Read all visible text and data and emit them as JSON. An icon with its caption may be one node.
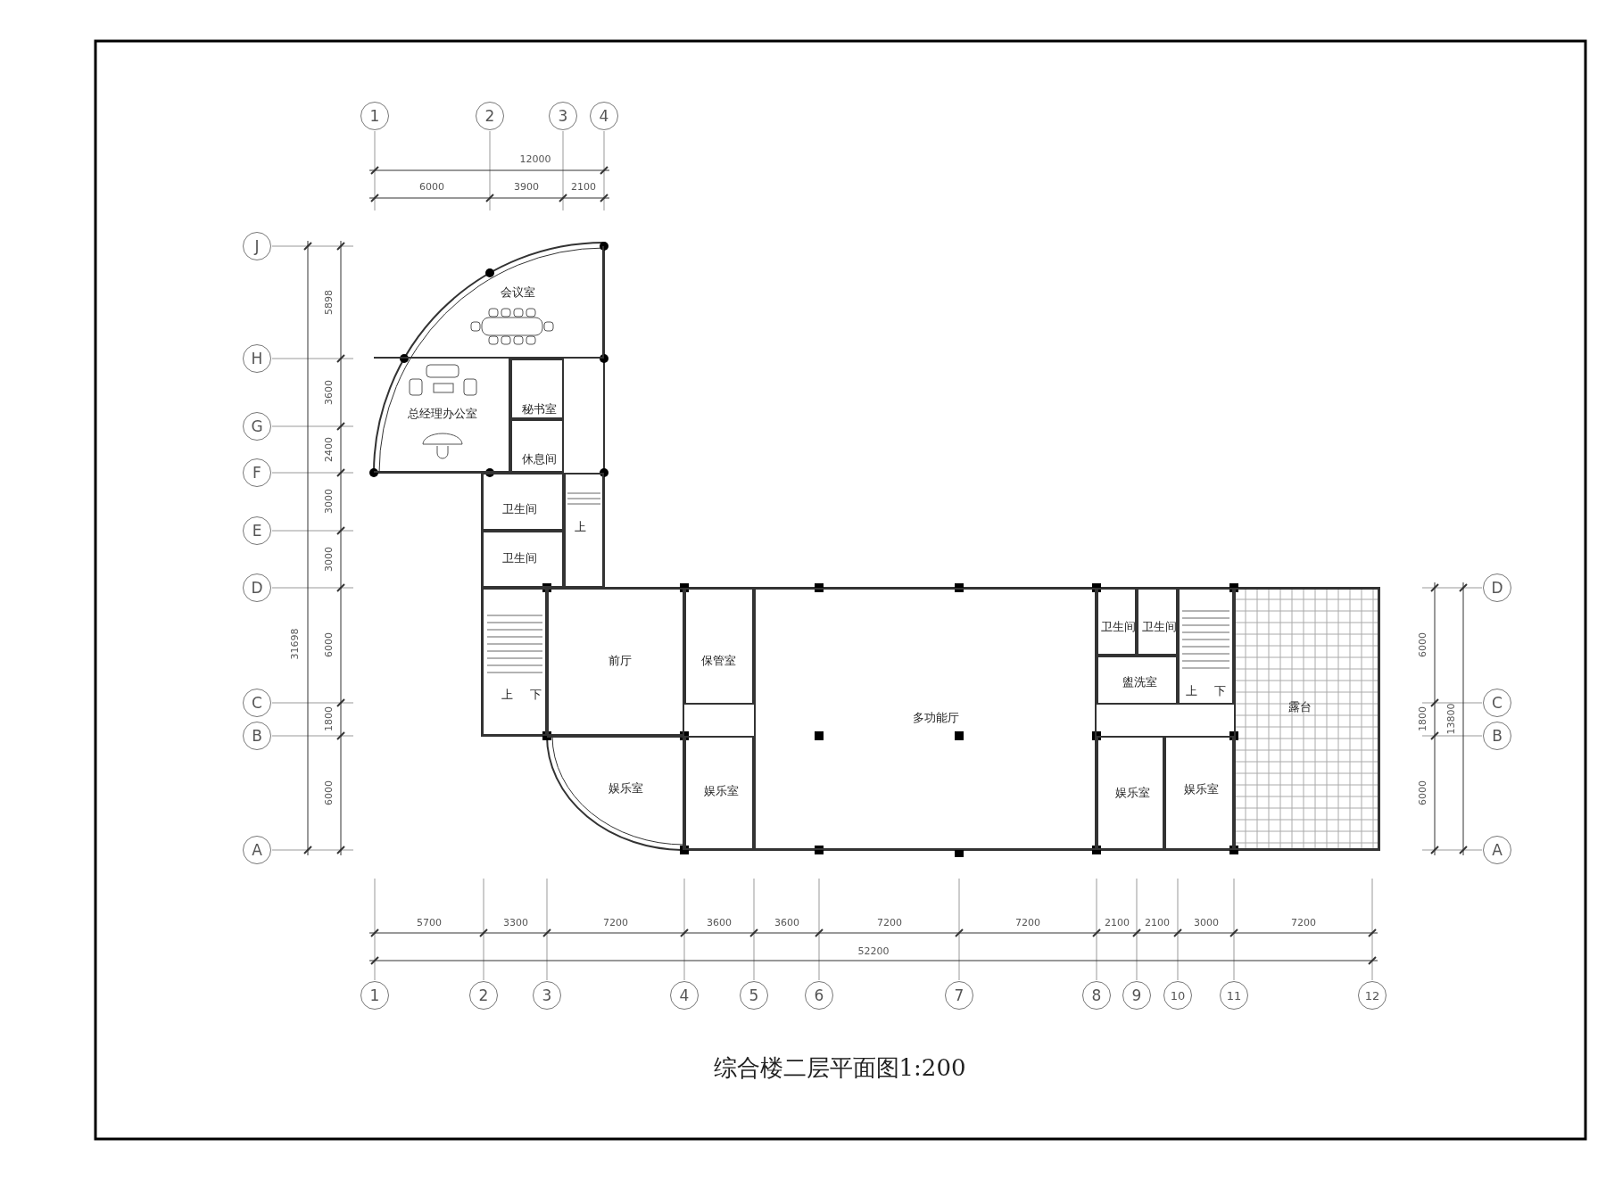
{
  "diagram": {
    "title": "综合楼二层平面图1:200",
    "nodes": [
      {
        "text": [
          "会议室"
        ]
      },
      {
        "text": [
          "总经理办公室"
        ]
      },
      {
        "text": [
          "秘书室"
        ]
      },
      {
        "text": [
          "休息间"
        ]
      },
      {
        "text": [
          "卫生间"
        ]
      },
      {
        "text": [
          "卫生间"
        ]
      },
      {
        "text": [
          "上"
        ]
      },
      {
        "text": [
          "上",
          "下"
        ]
      },
      {
        "text": [
          "前厅"
        ]
      },
      {
        "text": [
          "保管室"
        ]
      },
      {
        "text": [
          "多功能厅"
        ]
      },
      {
        "text": [
          "卫生间"
        ]
      },
      {
        "text": [
          "卫生间"
        ]
      },
      {
        "text": [
          "盥洗室"
        ]
      },
      {
        "text": [
          "上",
          "下"
        ]
      },
      {
        "text": [
          "露台"
        ]
      },
      {
        "text": [
          "娱乐室"
        ]
      },
      {
        "text": [
          "娱乐室"
        ]
      },
      {
        "text": [
          "娱乐室"
        ]
      },
      {
        "text": [
          "娱乐室"
        ]
      }
    ],
    "edges": [],
    "labels": [
      "1",
      "2",
      "3",
      "4",
      "12000",
      "6000",
      "3900",
      "2100",
      "J",
      "H",
      "G",
      "F",
      "E",
      "D",
      "C",
      "B",
      "A",
      "5898",
      "3600",
      "2400",
      "3000",
      "3000",
      "6000",
      "1800",
      "6000",
      "31698",
      "D",
      "C",
      "B",
      "A",
      "6000",
      "1800",
      "13800",
      "6000",
      "5700",
      "3300",
      "7200",
      "3600",
      "3600",
      "7200",
      "7200",
      "2100",
      "2100",
      "3000",
      "7200",
      "52200",
      "1",
      "2",
      "3",
      "4",
      "5",
      "6",
      "7",
      "8",
      "9",
      "10",
      "11",
      "12"
    ]
  }
}
